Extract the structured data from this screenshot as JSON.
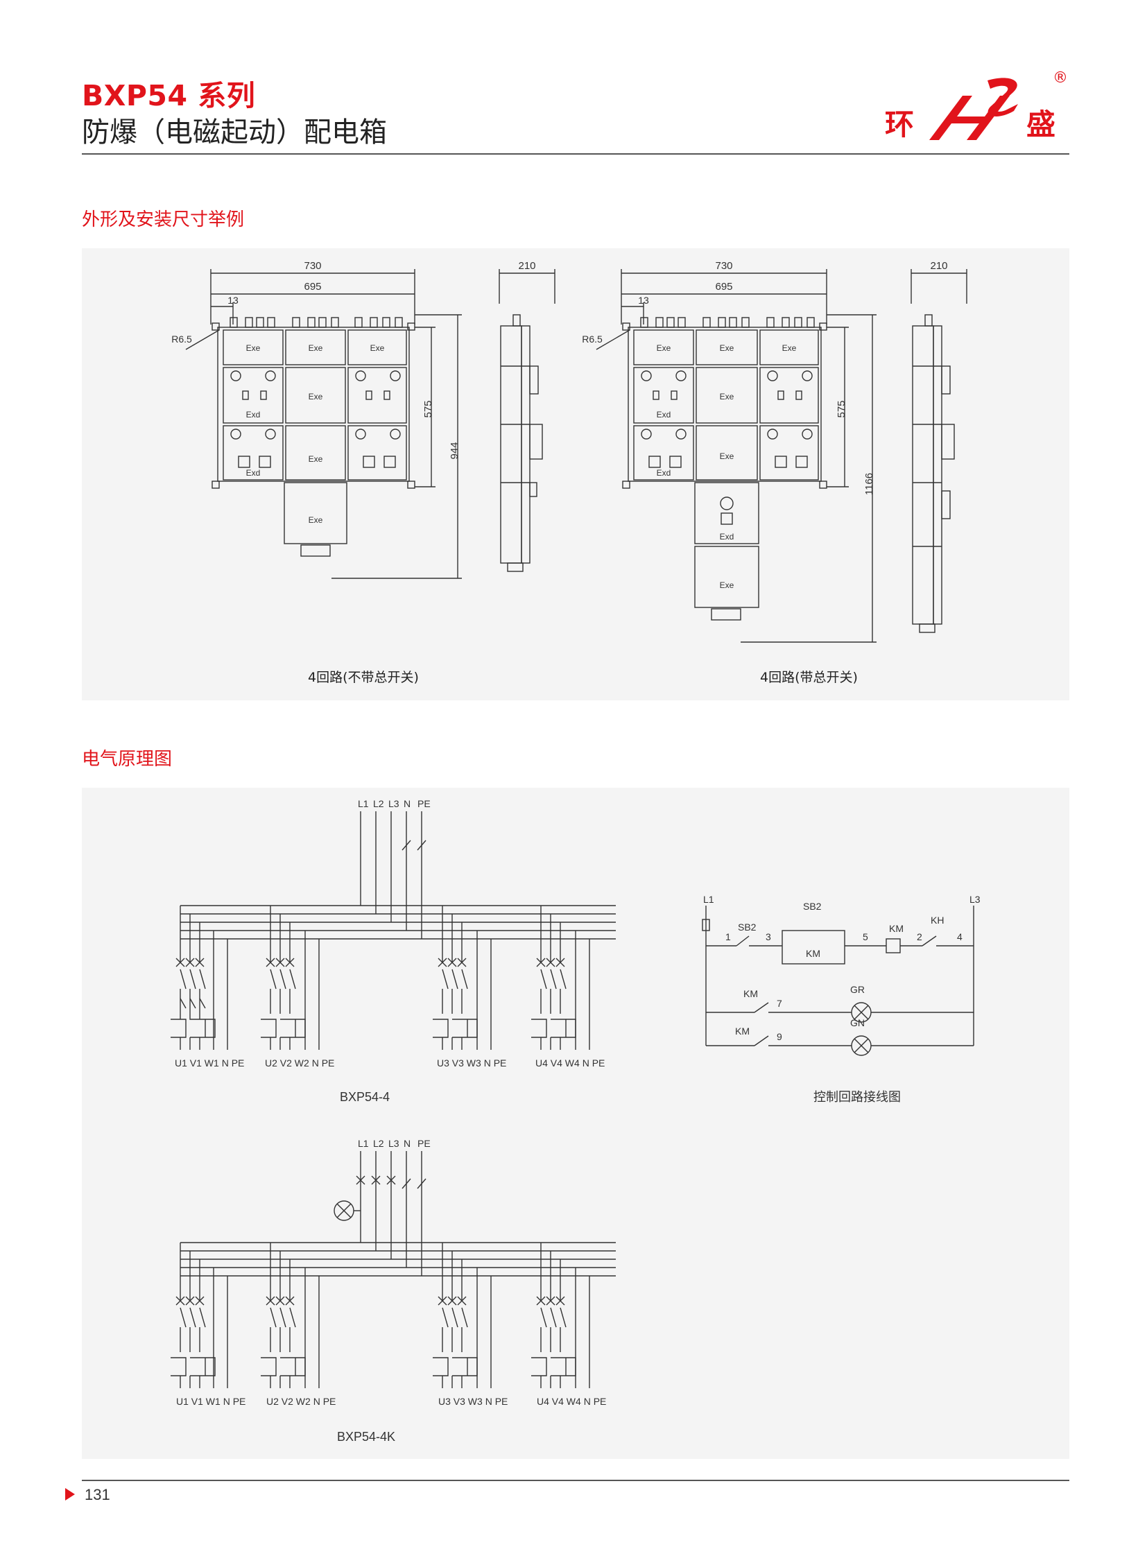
{
  "header": {
    "series": "BXP54 系列",
    "title": "防爆（电磁起动）配电箱"
  },
  "logo": {
    "left_char": "环",
    "right_char": "盛",
    "registered": "®"
  },
  "sections": {
    "dimensions_title": "外形及安装尺寸举例",
    "schematic_title": "电气原理图"
  },
  "drawing1": {
    "width_outer": "730",
    "width_inner": "695",
    "offset": "13",
    "radius": "R6.5",
    "side_width": "210",
    "height_inner": "575",
    "height_total": "944",
    "caption": "4回路(不带总开关)",
    "box_exe": "Exe",
    "box_exd": "Exd"
  },
  "drawing2": {
    "width_outer": "730",
    "width_inner": "695",
    "offset": "13",
    "radius": "R6.5",
    "side_width": "210",
    "height_inner": "575",
    "height_total": "1166",
    "caption": "4回路(带总开关)",
    "box_exe": "Exe",
    "box_exd": "Exd"
  },
  "schematic1": {
    "inputs": [
      "L1",
      "L2",
      "L3",
      "N",
      "PE"
    ],
    "outputs": [
      "U1 V1 W1 N PE",
      "U2 V2 W2 N PE",
      "U3 V3 W3 N PE",
      "U4 V4 W4 N PE"
    ],
    "caption": "BXP54-4"
  },
  "schematic2": {
    "inputs": [
      "L1",
      "L2",
      "L3",
      "N",
      "PE"
    ],
    "outputs": [
      "U1 V1 W1 N PE",
      "U2 V2 W2 N PE",
      "U3 V3 W3 N PE",
      "U4 V4 W4 N PE"
    ],
    "caption": "BXP54-4K"
  },
  "control": {
    "l1": "L1",
    "l3": "L3",
    "sb2_a": "SB2",
    "sb2_b": "SB2",
    "km_coil": "KM",
    "km_box": "KM",
    "kh": "KH",
    "km_contact_1": "KM",
    "km_contact_2": "KM",
    "gr": "GR",
    "gn": "GN",
    "n1": "1",
    "n3": "3",
    "n5": "5",
    "n2": "2",
    "n4": "4",
    "n7": "7",
    "n9": "9",
    "caption": "控制回路接线图"
  },
  "footer": {
    "page_number": "131"
  },
  "colors": {
    "accent": "#e1141b",
    "panel_bg": "#f4f4f4"
  }
}
